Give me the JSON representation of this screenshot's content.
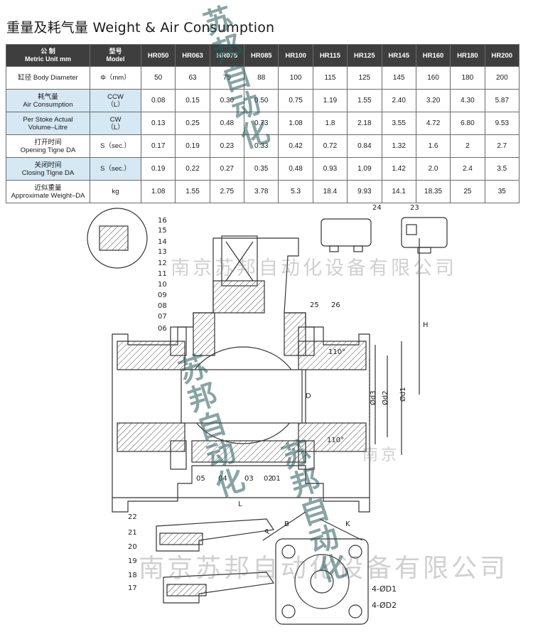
{
  "title": "重量及耗气量 Weight & Air Consumption",
  "table": {
    "header": {
      "metric_cn": "公 制",
      "metric_en": "Metric Unit mm",
      "model_cn": "型号",
      "model_en": "Model",
      "models": [
        "HR050",
        "HR063",
        "HR075",
        "HR085",
        "HR100",
        "HR115",
        "HR125",
        "HR145",
        "HR160",
        "HR180",
        "HR200"
      ]
    },
    "rows": [
      {
        "label1": "缸径  Body Diameter",
        "label2": "",
        "unit1": "Φ（mm）",
        "unit2": "",
        "values": [
          "50",
          "63",
          "75",
          "88",
          "100",
          "115",
          "125",
          "145",
          "160",
          "180",
          "200"
        ],
        "blue": false
      },
      {
        "label1": "耗气量",
        "label2": "Air Consumption",
        "unit1": "CCW",
        "unit2": "（L）",
        "values": [
          "0.08",
          "0.15",
          "0.30",
          "0.50",
          "0.75",
          "1.19",
          "1.55",
          "2.40",
          "3.20",
          "4.30",
          "5.87"
        ],
        "blue": true
      },
      {
        "label1": "Per Stoke Actual",
        "label2": "Volume–Litre",
        "unit1": "CW",
        "unit2": "（L）",
        "values": [
          "0.13",
          "0.25",
          "0.48",
          "0.73",
          "1.08",
          "1.8",
          "2.18",
          "3.55",
          "4.72",
          "6.80",
          "9.53"
        ],
        "blue": true
      },
      {
        "label1": "打开时间",
        "label2": "Opening Tigne DA",
        "unit1": "S（sec.）",
        "unit2": "",
        "values": [
          "0.17",
          "0.19",
          "0.23",
          "0.33",
          "0.42",
          "0.72",
          "0.84",
          "1.32",
          "1.6",
          "2",
          "2.7"
        ],
        "blue": false
      },
      {
        "label1": "关闭时间",
        "label2": "Closing Tigne DA",
        "unit1": "S（sec.）",
        "unit2": "",
        "values": [
          "0.19",
          "0.22",
          "0.27",
          "0.35",
          "0.48",
          "0.93",
          "1.09",
          "1.42",
          "2.0",
          "2.4",
          "3.5"
        ],
        "blue": true
      },
      {
        "label1": "近似重量",
        "label2": "Approximate Weight–DA",
        "unit1": "kg",
        "unit2": "",
        "values": [
          "1.08",
          "1.55",
          "2.75",
          "3.78",
          "5.3",
          "18.4",
          "9.93",
          "14.1",
          "18.35",
          "25",
          "35"
        ],
        "blue": false
      }
    ]
  },
  "drawing": {
    "part_numbers": [
      "16",
      "15",
      "14",
      "13",
      "12",
      "11",
      "10",
      "09",
      "08",
      "07",
      "06",
      "25",
      "26",
      "24",
      "23",
      "05",
      "04",
      "03",
      "02",
      "01",
      "22",
      "21",
      "20",
      "19",
      "18",
      "17"
    ],
    "dimensions": {
      "h": "H",
      "l": "L",
      "d": "D",
      "d3": "Ød3",
      "d2": "Ød2",
      "d1": "Ød1",
      "k": "K",
      "b": "B",
      "p": "P",
      "angle_top": "110°",
      "angle_bottom": "110°",
      "d1_holes": "4-ØD1",
      "d2_holes": "4-ØD2"
    }
  },
  "watermarks": {
    "horizontal_top": "南京苏邦自动化设备有限公司",
    "horizontal_right": "南京",
    "horizontal_bottom": "南京苏邦自动化设备有限公司",
    "vertical_1": "苏邦自动化",
    "vertical_2": "苏邦自动化",
    "vertical_3": "苏邦自动化"
  }
}
